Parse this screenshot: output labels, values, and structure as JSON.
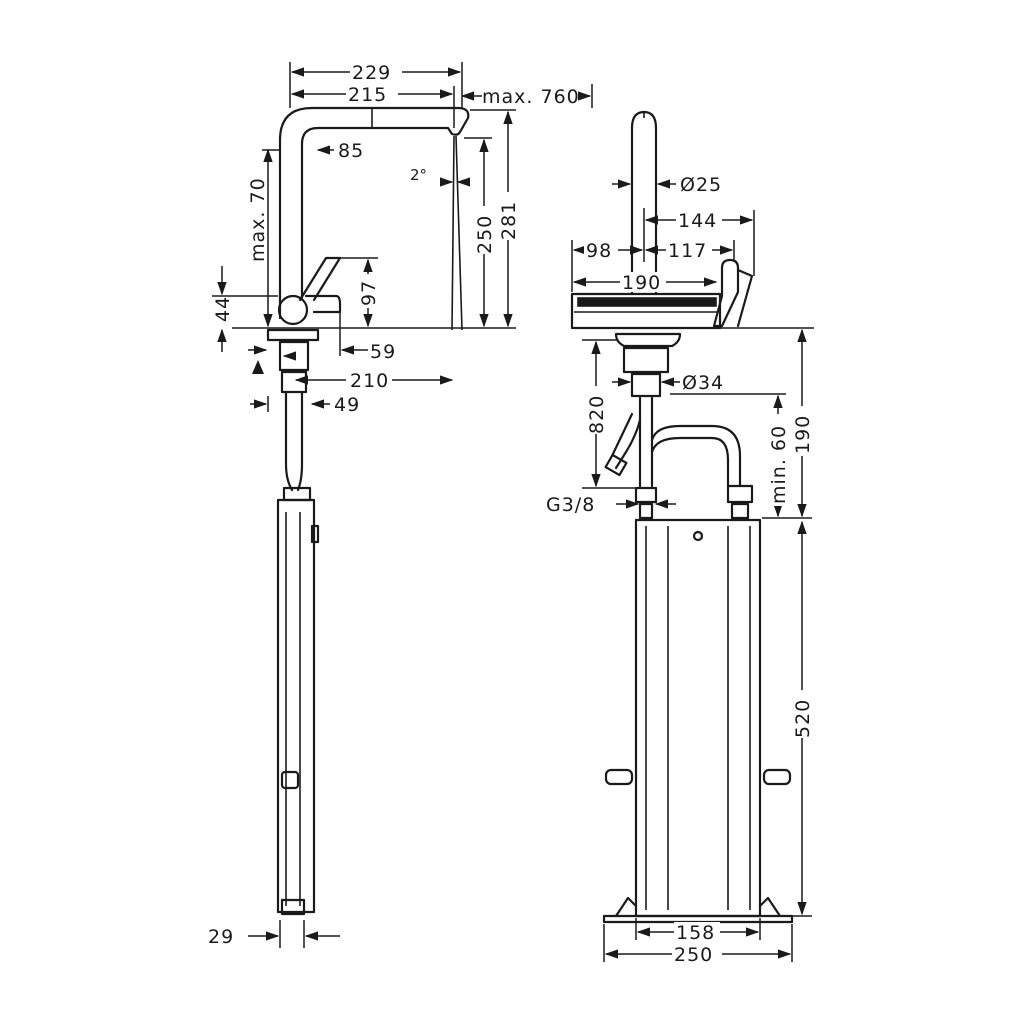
{
  "side_view": {
    "dims": {
      "d229": "229",
      "d215": "215",
      "max760": "max. 760",
      "d85": "85",
      "max70": "max. 70",
      "angle2": "2°",
      "d250": "250",
      "d281": "281",
      "d44": "44",
      "d97": "97",
      "d59": "59",
      "d210": "210",
      "d49": "49",
      "d29": "29"
    }
  },
  "front_view": {
    "dims": {
      "dia25": "Ø25",
      "d144": "144",
      "d98": "98",
      "d117": "117",
      "d190_top": "190",
      "dia34": "Ø34",
      "d820": "820",
      "min60": "min. 60",
      "d190_right": "190",
      "g38": "G3/8",
      "d520": "520",
      "d158": "158",
      "d250": "250"
    }
  }
}
